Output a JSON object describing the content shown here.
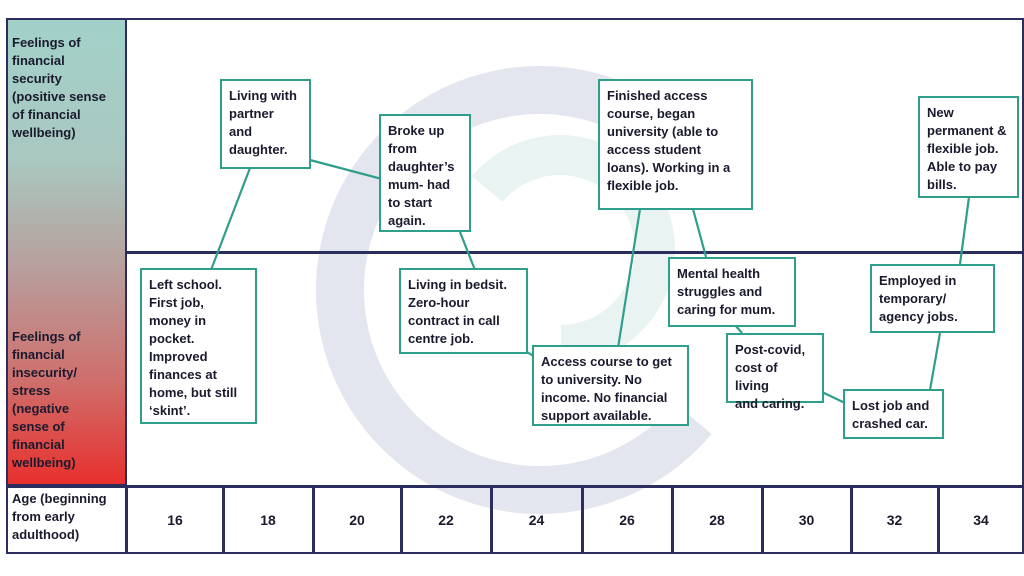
{
  "side_labels": {
    "security": "Feelings of\nfinancial\nsecurity\n(positive sense\nof financial\nwellbeing)",
    "insecurity": "Feelings of\nfinancial\ninsecurity/\nstress\n(negative\nsense of\nfinancial\nwellbeing)"
  },
  "age_axis": {
    "header": "Age (beginning\nfrom early\nadulthood)",
    "ages": [
      "16",
      "18",
      "20",
      "22",
      "24",
      "26",
      "28",
      "30",
      "32",
      "34"
    ]
  },
  "events": [
    {
      "id": "left-school",
      "age": 16,
      "zone": "insecurity",
      "text": "Left school.\nFirst job,\nmoney in\npocket.\nImproved\nfinances at\nhome, but still\n‘skint’."
    },
    {
      "id": "living-with-partner",
      "age": 18,
      "zone": "security",
      "text": "Living with\npartner\nand\ndaughter."
    },
    {
      "id": "broke-up",
      "age": 20,
      "zone": "security",
      "text": "Broke up\nfrom\ndaughter’s\nmum- had\nto start\nagain."
    },
    {
      "id": "bedsit",
      "age": 22,
      "zone": "insecurity",
      "text": "Living in bedsit.\nZero-hour\ncontract in call\ncentre job."
    },
    {
      "id": "access-course",
      "age": 24,
      "zone": "insecurity",
      "text": "Access course to get\nto university. No\nincome. No financial\nsupport available."
    },
    {
      "id": "finished-access",
      "age": 26,
      "zone": "security",
      "text": "Finished access\ncourse, began\nuniversity (able to\naccess student\nloans). Working in a\nflexible job."
    },
    {
      "id": "mental-health",
      "age": 28,
      "zone": "insecurity",
      "text": "Mental health\nstruggles and\ncaring for mum."
    },
    {
      "id": "post-covid",
      "age": 30,
      "zone": "insecurity",
      "text": "Post-covid,\ncost of living\nand caring."
    },
    {
      "id": "lost-job",
      "age": 32,
      "zone": "insecurity",
      "text": "Lost job and\ncrashed car."
    },
    {
      "id": "temporary-jobs",
      "age": 33,
      "zone": "insecurity",
      "text": "Employed in\ntemporary/\nagency jobs."
    },
    {
      "id": "new-permanent",
      "age": 34,
      "zone": "security",
      "text": "New\npermanent &\nflexible job.\nAble to pay\nbills."
    }
  ],
  "colors": {
    "border": "#2b2d5e",
    "box_border": "#2f9e8a",
    "security_top": "#a2d1c9",
    "insecurity_bottom": "#e8302d",
    "watermark": "#dde1ea"
  }
}
